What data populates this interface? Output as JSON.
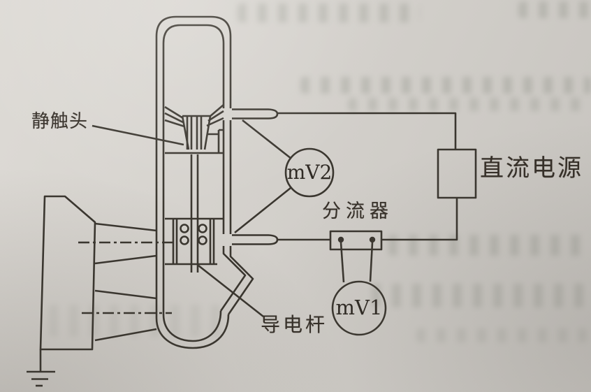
{
  "diagram": {
    "labels": {
      "static_contact": "静触头",
      "shunt": "分流器",
      "dc_power_supply": "直流电源",
      "conducting_rod": "导电杆"
    },
    "meters": {
      "mv2": "mV2",
      "mv1": "mV1"
    },
    "colors": {
      "paper": "#d4d1cc",
      "ink": "#3a362f"
    }
  }
}
